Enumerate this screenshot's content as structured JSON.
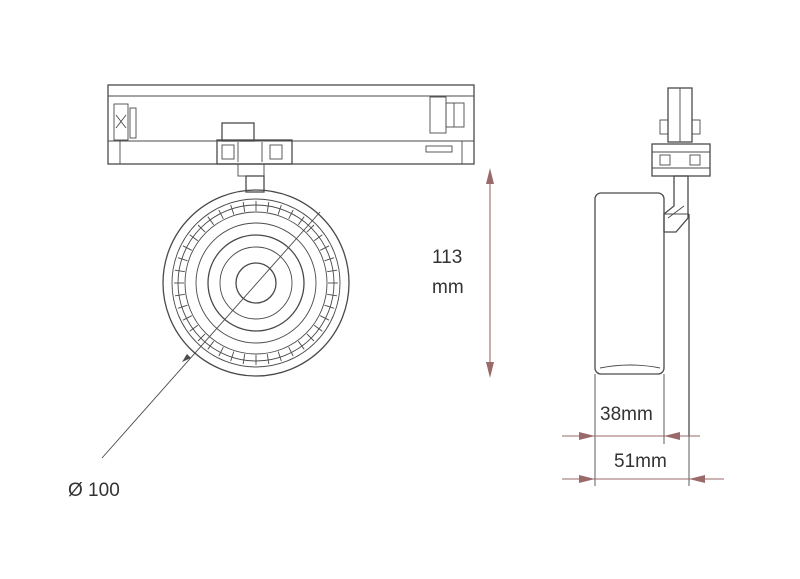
{
  "dimensions": {
    "height_value": "113",
    "height_unit": "mm",
    "diameter": "Ø 100",
    "inner_width": "38mm",
    "outer_width": "51mm"
  },
  "colors": {
    "outline": "#4a4a4a",
    "dimension_line": "#9a6a6a",
    "text": "#333333"
  }
}
